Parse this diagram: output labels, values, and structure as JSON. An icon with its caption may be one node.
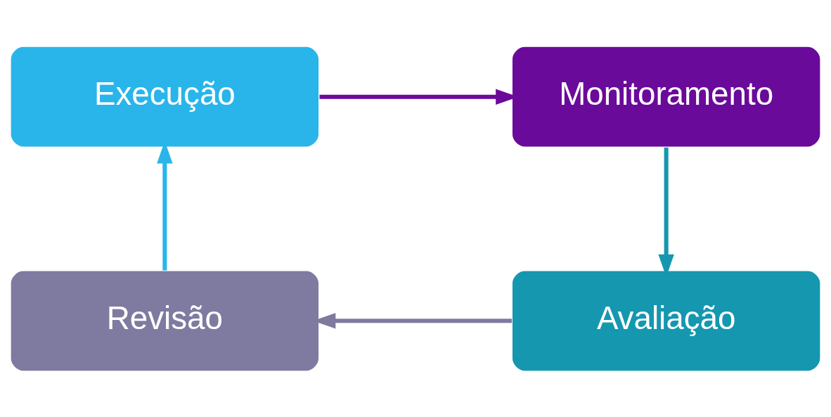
{
  "diagram": {
    "nodes": [
      {
        "text": [
          "Execução"
        ]
      },
      {
        "text": [
          "Monitoramento"
        ]
      },
      {
        "text": [
          "Avaliação"
        ]
      },
      {
        "text": [
          "Revisão"
        ]
      }
    ],
    "edges": [
      {
        "from": 0,
        "to": 1,
        "arrow": "to",
        "color": "#6a0a9a"
      },
      {
        "from": 1,
        "to": 2,
        "arrow": "to",
        "color": "#1597b0"
      },
      {
        "from": 2,
        "to": 3,
        "arrow": "to",
        "color": "#7f7aa0"
      },
      {
        "from": 3,
        "to": 0,
        "arrow": "to",
        "color": "#29b5ea"
      }
    ]
  }
}
